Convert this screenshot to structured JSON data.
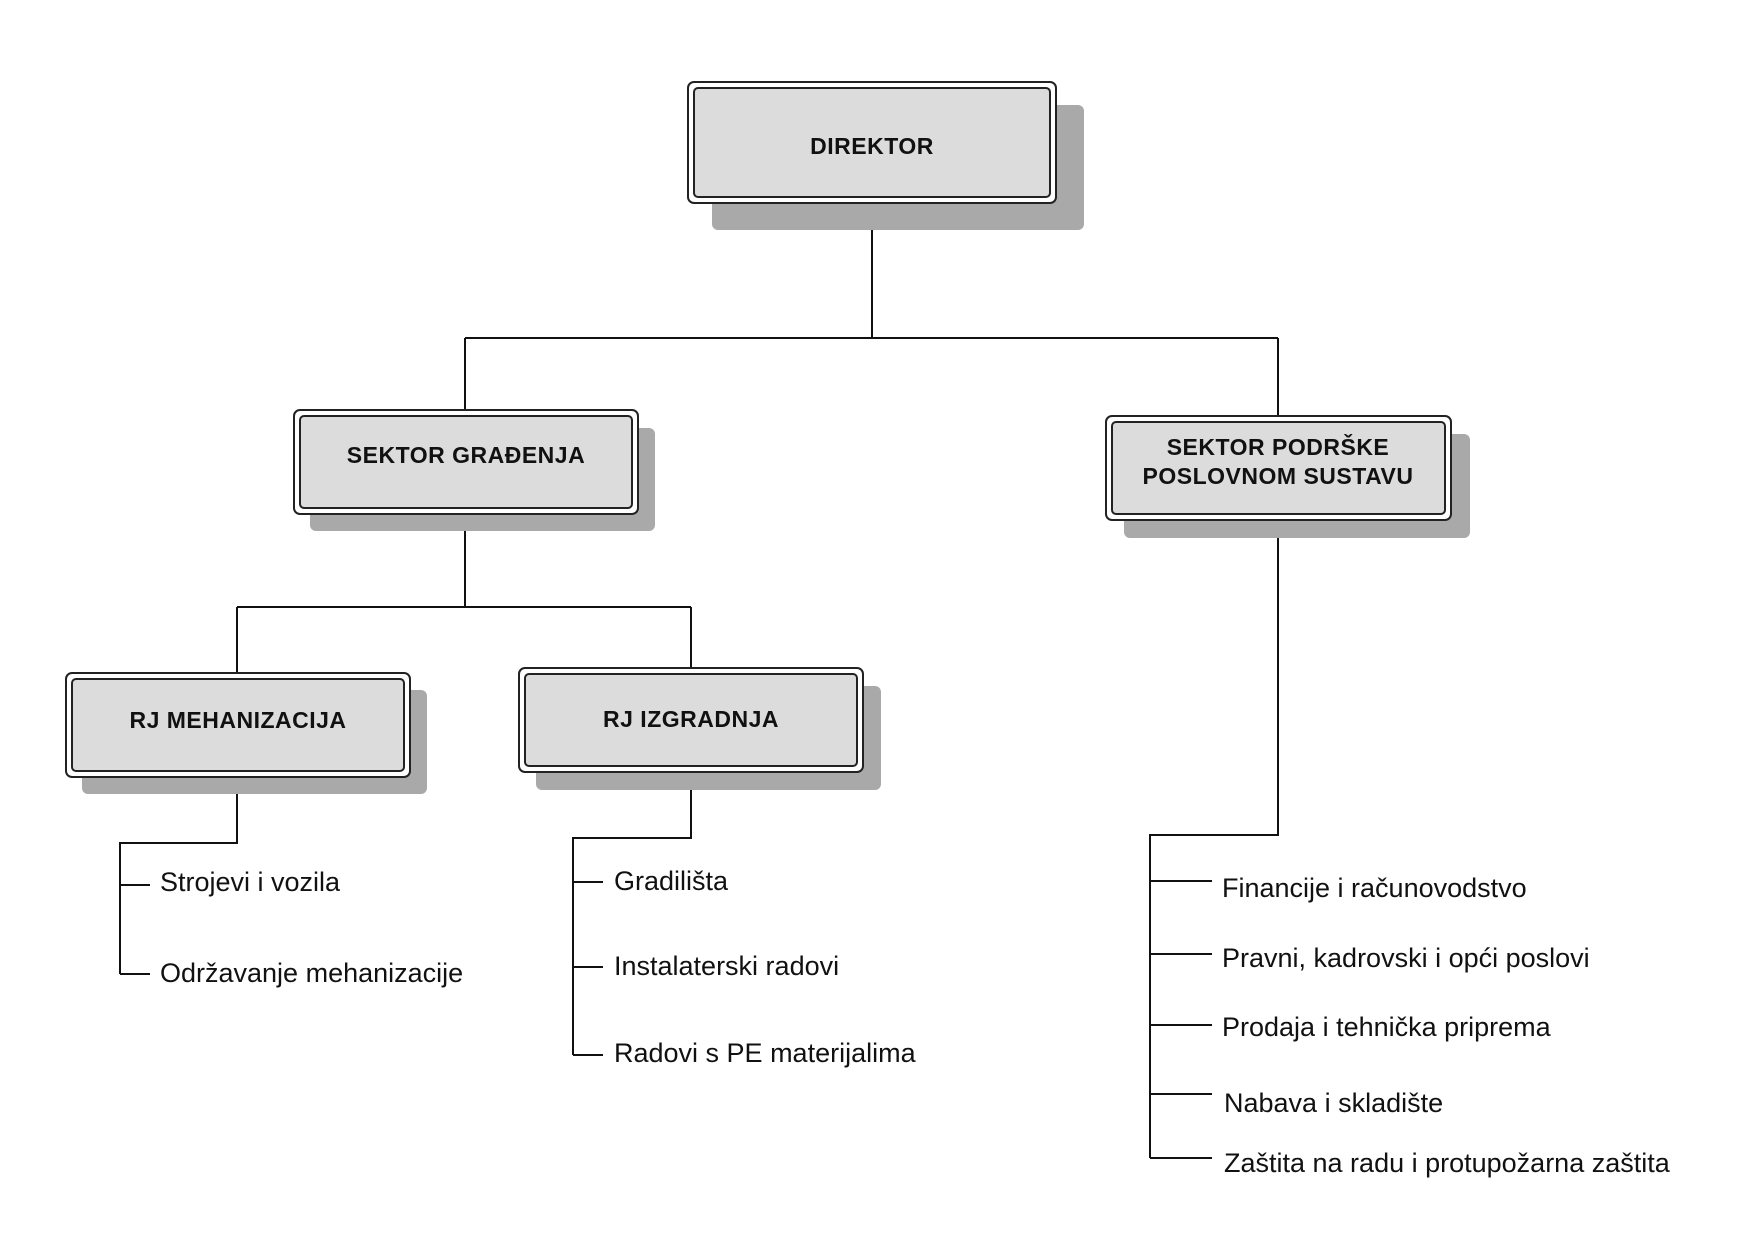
{
  "org_chart": {
    "director": {
      "label": "DIREKTOR"
    },
    "sector_construction": {
      "label": "SEKTOR GRAĐENJA",
      "units": [
        {
          "label": "RJ MEHANIZACIJA",
          "items": [
            "Strojevi i vozila",
            "Održavanje mehanizacije"
          ]
        },
        {
          "label": "RJ IZGRADNJA",
          "items": [
            "Gradilišta",
            "Instalaterski radovi",
            "Radovi s PE materijalima"
          ]
        }
      ]
    },
    "sector_support": {
      "label_line1": "SEKTOR PODRŠKE",
      "label_line2": "POSLOVNOM SUSTAVU",
      "items": [
        "Financije i računovodstvo",
        "Pravni, kadrovski i opći poslovi",
        "Prodaja i tehnička priprema",
        "Nabava i skladište",
        "Zaštita na radu i protupožarna zaštita"
      ]
    }
  }
}
